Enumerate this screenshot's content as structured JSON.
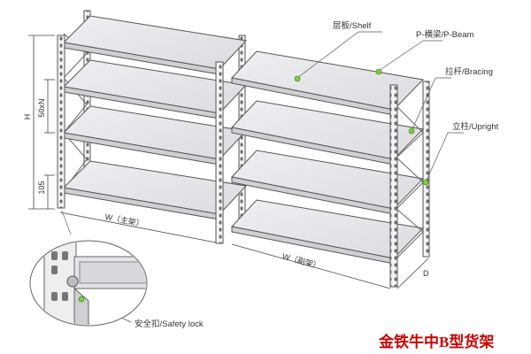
{
  "labels": {
    "shelf": "层板/Shelf",
    "beam": "P-横梁/P-Beam",
    "bracing": "拉杆/Bracing",
    "upright": "立柱/Upright",
    "safety_lock": "安全扣/Safety lock"
  },
  "dimensions": {
    "height": "H",
    "pitch": "50xN",
    "base": "105",
    "width_main": "W（主架）",
    "width_add_on": "W（副架）",
    "depth": "D"
  },
  "brand": "金铁牛中B型货架",
  "colors": {
    "shelf_top": "#e7e7ea",
    "shelf_front": "#d2d2d6",
    "upright": "#f2f2f2",
    "outline": "#555555",
    "marker": "#7dd13a",
    "brand": "#cc0000"
  }
}
